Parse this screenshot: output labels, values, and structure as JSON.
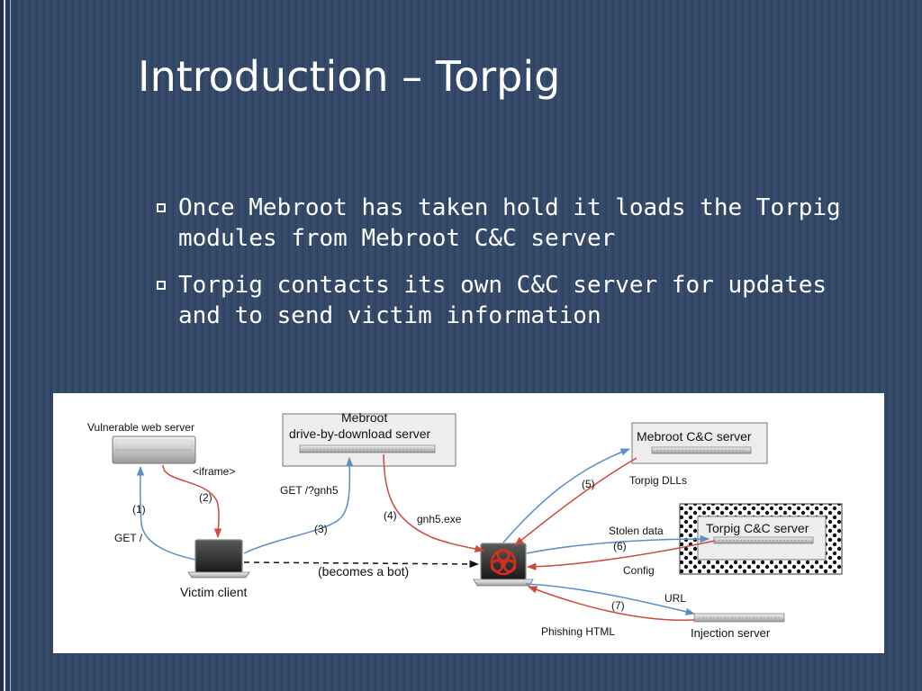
{
  "slide": {
    "title": "Introduction – Torpig",
    "bullets": [
      "Once Mebroot has taken hold it loads the Torpig modules from Mebroot C&C server",
      "Torpig contacts its own C&C server for updates and to send victim information"
    ]
  },
  "diagram": {
    "nodes": {
      "vulnerable_server": "Vulnerable web server",
      "mebroot_dbd_line1": "Mebroot",
      "mebroot_dbd_line2": "drive-by-download server",
      "mebroot_cc": "Mebroot C&C server",
      "torpig_cc": "Torpig C&C server",
      "victim_client": "Victim client",
      "injection_server": "Injection server"
    },
    "edges": {
      "iframe": "<iframe>",
      "step2": "(2)",
      "step1": "(1)",
      "get_root": "GET /",
      "get_gnh5": "GET /?gnh5",
      "step3": "(3)",
      "step4": "(4)",
      "gnh5_exe": "gnh5.exe",
      "step5": "(5)",
      "torpig_dlls": "Torpig DLLs",
      "stolen_data": "Stolen data",
      "step6": "(6)",
      "config": "Config",
      "becomes_bot": "(becomes a bot)",
      "url": "URL",
      "step7": "(7)",
      "phishing_html": "Phishing HTML"
    },
    "colors": {
      "blue_arrow": "#5b8fc9",
      "red_arrow": "#cc4a3c",
      "biohazard": "#d42e1c"
    }
  }
}
